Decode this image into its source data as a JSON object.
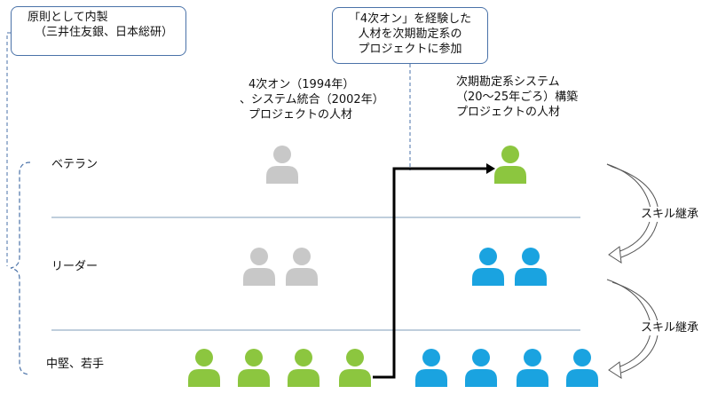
{
  "callouts": {
    "left": {
      "lines": [
        "原則として内製",
        "（三井住友銀、日本総研）"
      ]
    },
    "center": {
      "lines": [
        "「4次オン」を経験した",
        "人材を次期勘定系の",
        "プロジェクトに参加"
      ]
    }
  },
  "headers": {
    "past": {
      "lines": [
        "4次オン（1994年）",
        "、システム統合（2002年）",
        "プロジェクトの人材"
      ]
    },
    "future": {
      "lines": [
        "次期勘定系システム",
        "（20～25年ごろ）構築",
        "プロジェクトの人材"
      ]
    }
  },
  "rows": [
    {
      "label": "ベテラン",
      "past_count": 1,
      "past_color": "gray",
      "future_count": 1,
      "future_color": "green"
    },
    {
      "label": "リーダー",
      "past_count": 2,
      "past_color": "gray",
      "future_count": 2,
      "future_color": "blue"
    },
    {
      "label": "中堅、若手",
      "past_count": 4,
      "past_color": "green",
      "future_count": 4,
      "future_color": "blue"
    }
  ],
  "skill_arrows": [
    {
      "label": "スキル継承"
    },
    {
      "label": "スキル継承"
    }
  ],
  "colors": {
    "gray": "#c8c8c8",
    "green": "#8cc63f",
    "blue": "#1aa3e0",
    "line": "#7f9cba",
    "callout_border": "#4a72a8"
  }
}
